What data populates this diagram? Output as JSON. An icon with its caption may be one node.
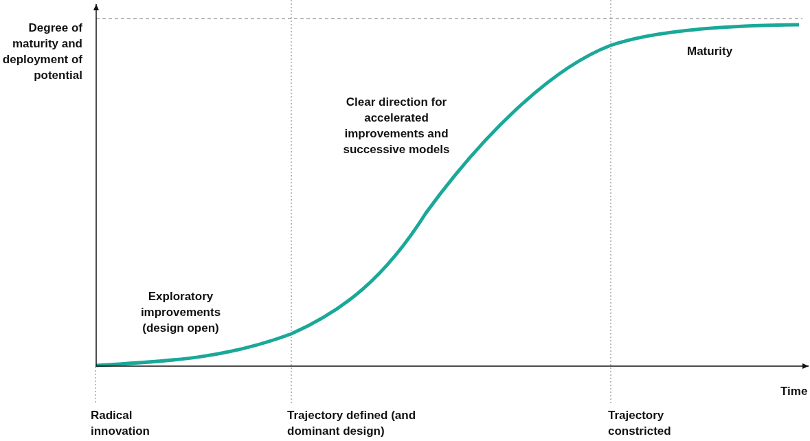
{
  "diagram": {
    "labels": [
      "Degree of maturity and deployment of potential",
      "Maturity",
      "Clear direction for accelerated improvements and successive models",
      "Exploratory improvements (design open)",
      "Time",
      "Radical innovation",
      "Trajectory defined (and dominant design)",
      "Trajectory constricted"
    ]
  }
}
